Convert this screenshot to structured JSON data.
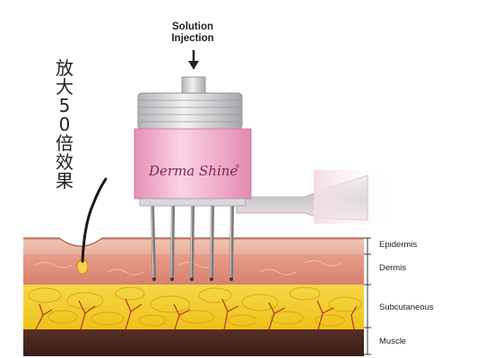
{
  "vertical_caption": "放大50倍效果",
  "callout": {
    "line1": "Solution",
    "line2": "Injection"
  },
  "device": {
    "brand": "Derma Shine",
    "brand_mark": "®"
  },
  "layers": [
    {
      "key": "epidermis",
      "label": "Epidermis"
    },
    {
      "key": "dermis",
      "label": "Dermis"
    },
    {
      "key": "subcutaneous",
      "label": "Subcutaneous"
    },
    {
      "key": "muscle",
      "label": "Muscle"
    }
  ],
  "colors": {
    "epidermis": "#e9b7a4",
    "dermis": "#d98a78",
    "subcutaneous": "#f3cf2a",
    "muscle": "#4a2620",
    "device_pink": "#f2a9c9",
    "device_silver": "#c8c8cc",
    "needle": "#777777"
  }
}
